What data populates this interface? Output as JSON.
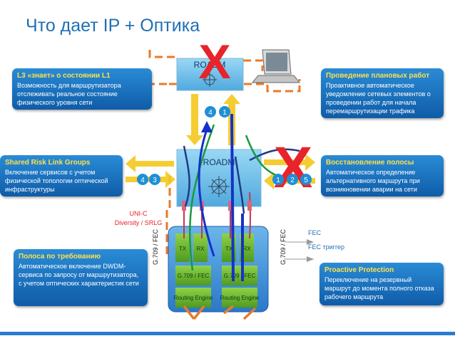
{
  "title": "Что дает IP + Оптика",
  "callouts": {
    "l3": {
      "title": "L3 «знает» о состоянии L1",
      "body": "Возможность для маршрутизатора отслеживать реальное состояние физического уровня сети"
    },
    "planned": {
      "title": "Проведение плановых работ",
      "body": "Проактивное автоматическое уведомление сетевых элементов о проведении работ для начала перемаршрутизации трафика"
    },
    "srlg": {
      "title": "Shared Risk Link Groups",
      "body": "Включение сервисов с учетом физической топологии оптической инфраструктуры"
    },
    "restore": {
      "title": "Восстановление полосы",
      "body": "Автоматическое определение альтернативного маршрута при возникновении аварии на сети"
    },
    "bandwidth": {
      "title": "Полоса по требованию",
      "body": "Автоматическое включение DWDM-сервиса по запросу от маршрутизатора, с учетом оптических характеристик сети"
    },
    "proactive": {
      "title": "Proactive Protection",
      "body": "Переключение на резервный маршрут до момента полного отказа рабочего маршрута"
    }
  },
  "nodes": {
    "roadm_top": "ROADM",
    "roadm_mid": "ROADM",
    "tx": "TX",
    "rx": "RX",
    "g709": "G.709 / FEC",
    "routing": "Routing Engine"
  },
  "labels": {
    "unic": "UNI-C",
    "diversity": "Diversity / SRLG",
    "g709_left": "G.709 / FEC",
    "g709_right": "G.709 / FEC",
    "fec": "FEC",
    "fec_trigger": "FEC триггер"
  },
  "badges": {
    "top_4": "4",
    "top_1": "1",
    "left_4": "4",
    "left_3": "3",
    "right_1": "1",
    "right_2": "2",
    "right_5": "5"
  },
  "failure_mark": "X",
  "colors": {
    "accent": "#1f6fb5",
    "callout": "#1469b8",
    "orange_dash": "#e87a2c",
    "fail": "#e8232a",
    "green": "#1a9a3c",
    "blue_path": "#1432c8",
    "dark_path": "#1f3a8a",
    "red_fiber": "#c8344f",
    "roadm": "#68bde8"
  }
}
